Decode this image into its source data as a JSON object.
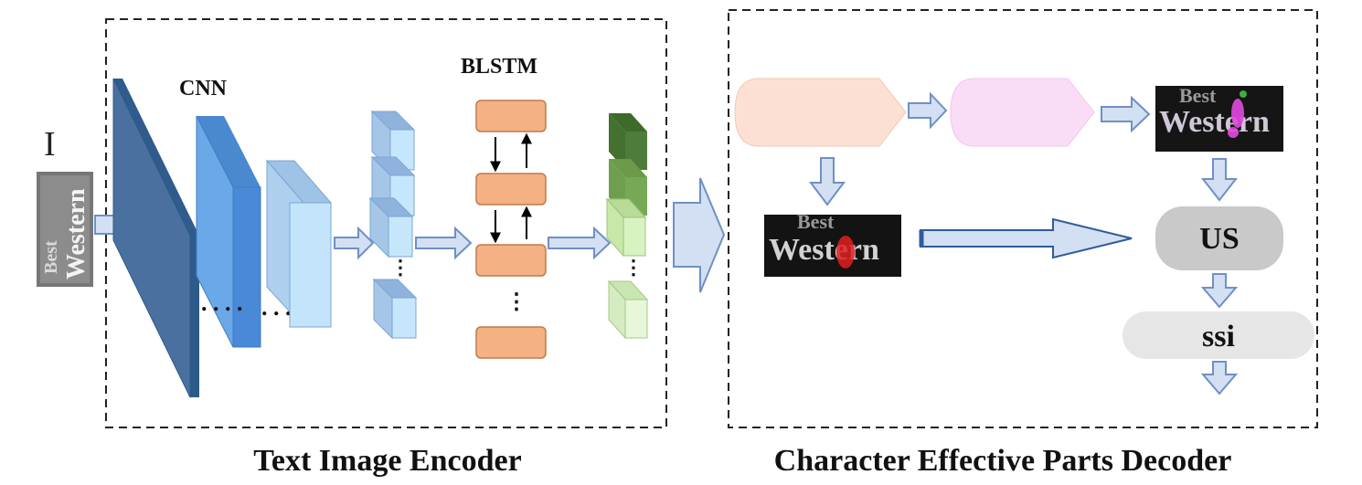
{
  "encoder": {
    "input_label": "I",
    "input_word_top": "Best",
    "input_word_bottom": "Western",
    "cnn_label": "CNN",
    "blstm_label": "BLSTM",
    "caption": "Text Image Encoder"
  },
  "decoder": {
    "attention_word_top": "Best",
    "attention_word_bottom": "Western",
    "us_label": "US",
    "ssi_label": "ssi",
    "caption": "Character Effective Parts Decoder"
  },
  "colors": {
    "conv_dark": "#4a70a0",
    "conv_mid": "#5b9ae0",
    "conv_light": "#bfe3fb",
    "feature_cube": "#bfe4fb",
    "lstm_cell": "#f4b183",
    "lstm_border": "#c07a4a",
    "output_dark": "#4e7c3a",
    "output_mid": "#76a955",
    "output_light": "#d9f2c2",
    "arrow_fill": "#d3dff2",
    "arrow_stroke": "#6f90c4",
    "pentagon_peach": "#fce0d3",
    "pentagon_pink": "#fbdcf6",
    "us_pill": "#c9c9c9",
    "ssi_pill": "#e6e6e6"
  }
}
